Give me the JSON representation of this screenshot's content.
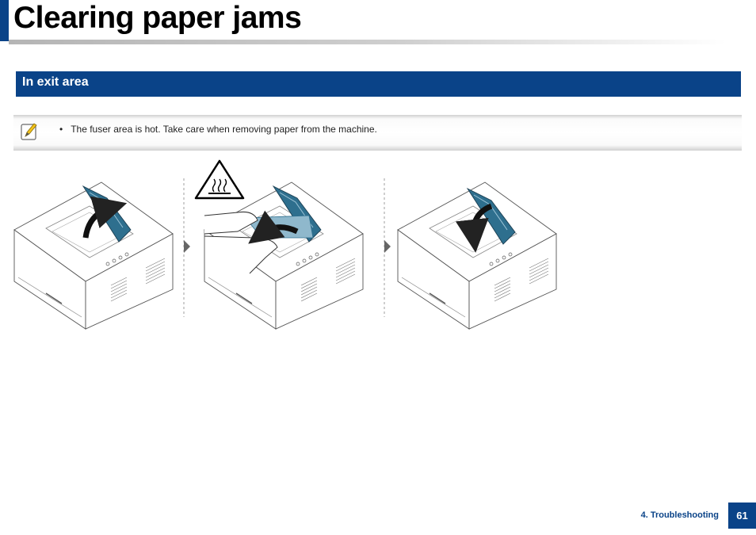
{
  "page": {
    "title": "Clearing paper jams"
  },
  "section": {
    "title": "In exit area"
  },
  "note": {
    "icon": "note-pencil-icon",
    "bullet": "•",
    "text": "The fuser area is hot. Take care when removing paper from the machine."
  },
  "figure": {
    "steps": [
      "open-rear-cover",
      "remove-jammed-paper",
      "close-rear-cover"
    ],
    "warning_icon": "hot-surface-warning-icon"
  },
  "footer": {
    "chapter": "4. Troubleshooting",
    "page_number": "61"
  },
  "colors": {
    "brand_blue": "#0a4388",
    "illustration_teal": "#2e6f8e"
  }
}
